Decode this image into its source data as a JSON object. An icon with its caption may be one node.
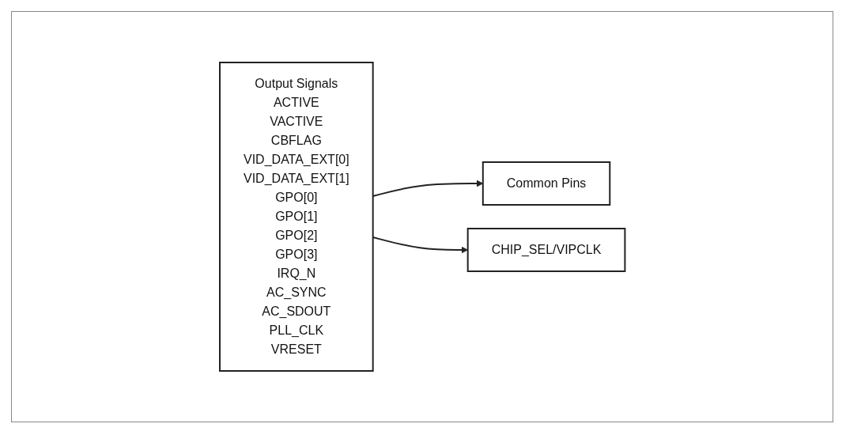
{
  "diagram": {
    "nodes": [
      {
        "text": [
          "Output Signals",
          "ACTIVE",
          "VACTIVE",
          "CBFLAG",
          "VID_DATA_EXT[0]",
          "VID_DATA_EXT[1]",
          "GPO[0]",
          "GPO[1]",
          "GPO[2]",
          "GPO[3]",
          "IRQ_N",
          "AC_SYNC",
          "AC_SDOUT",
          "PLL_CLK",
          "VRESET"
        ]
      },
      {
        "text": [
          "Common Pins"
        ]
      },
      {
        "text": [
          "CHIP_SEL/VIPCLK"
        ]
      }
    ],
    "edges": [
      {
        "from": 0,
        "to": 1,
        "arrow": "to"
      },
      {
        "from": 0,
        "to": 2,
        "arrow": "to"
      }
    ]
  }
}
